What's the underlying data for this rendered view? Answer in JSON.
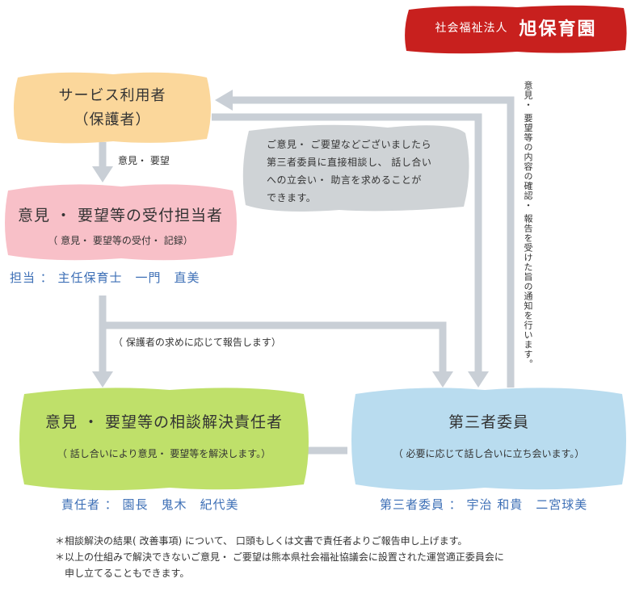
{
  "organization": {
    "subtitle": "社会福祉法人",
    "name": "旭保育園"
  },
  "nodes": {
    "user": {
      "line1": "サービス利用者",
      "line2": "（保護者）"
    },
    "receiver": {
      "title": "意見 ・ 要望等の受付担当者",
      "sub": "（ 意見・ 要望等の受付・ 記録）"
    },
    "resolver": {
      "title": "意見 ・ 要望等の相談解決責任者",
      "sub": "（ 話し合いにより意見・ 要望等を解決します。）"
    },
    "third": {
      "title": "第三者委員",
      "sub": "（ 必要に応じて話し合いに立ち会います。）"
    }
  },
  "labels": {
    "opinion_request": "意見・ 要望",
    "report_on_request": "（ 保護者の求めに応じて報告します）",
    "confirmation_vertical": "意見・ 要望等の内容の確認・ 報告を受けた旨の通知を行います。"
  },
  "advice": {
    "lines": [
      "ご意見・ ご要望などございましたら",
      "第三者委員に直接相談し、 話し合い",
      "への立会い・ 助言を求めることが",
      "できます。"
    ]
  },
  "persons": {
    "receiver": "担当 ： 主任保育士　一門　直美",
    "resolver": "責任者 ： 園長　鬼木　紀代美",
    "third": "第三者委員 ： 宇治 和貴　二宮球美"
  },
  "notes": [
    "＊相談解決の結果( 改善事項) について、 口頭もしくは文書で責任者よりご報告申し上げます。",
    "＊以上の仕組みで解決できないご意見・ ご要望は熊本県社会福祉協議会に設置された運営適正委員会に",
    "申し立てることもできます。"
  ],
  "colors": {
    "org_red": "#c8201e",
    "user_fill": "#fbd79b",
    "receiver_fill": "#f8c0c8",
    "resolver_fill": "#bfe06a",
    "third_fill": "#b9dcef",
    "advice_fill": "#cfd3d6",
    "arrow": "#c9cfd6",
    "person_blue": "#3d6fb6"
  }
}
